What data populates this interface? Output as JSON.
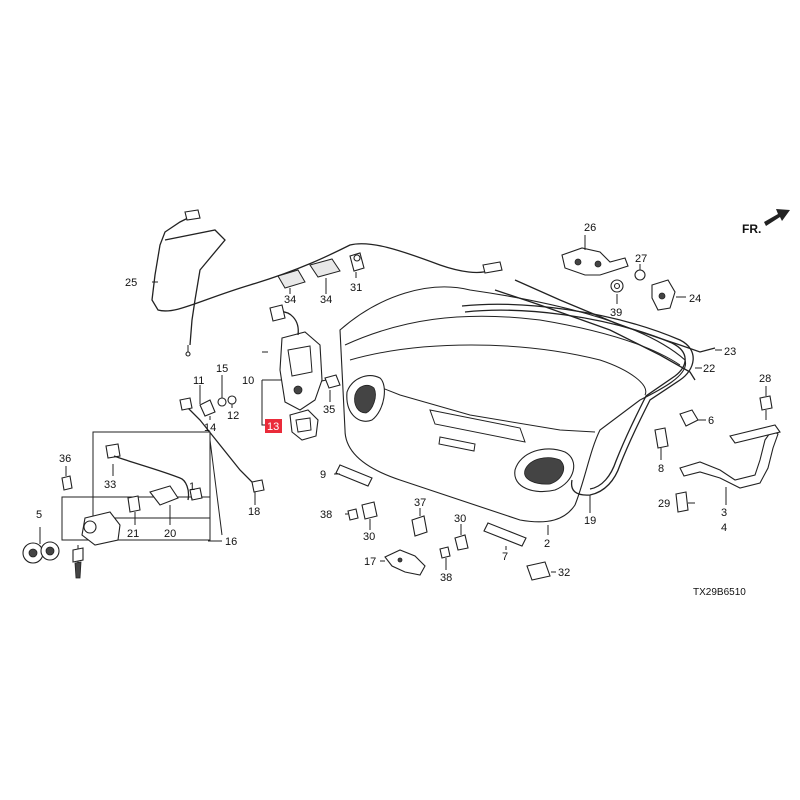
{
  "diagram": {
    "direction_label": "FR.",
    "reference_code": "TX29B6510",
    "highlighted_callout": "13",
    "callouts": {
      "c1": "1",
      "c2": "2",
      "c3": "3",
      "c4": "4",
      "c5": "5",
      "c6": "6",
      "c7": "7",
      "c8": "8",
      "c9": "9",
      "c10": "10",
      "c11": "11",
      "c12": "12",
      "c13": "13",
      "c14": "14",
      "c15": "15",
      "c16": "16",
      "c17": "17",
      "c18": "18",
      "c19": "19",
      "c20": "20",
      "c21": "21",
      "c22": "22",
      "c23": "23",
      "c24": "24",
      "c25": "25",
      "c26": "26",
      "c27": "27",
      "c28": "28",
      "c29": "29",
      "c30a": "30",
      "c30b": "30",
      "c31": "31",
      "c32": "32",
      "c33": "33",
      "c34a": "34",
      "c34b": "34",
      "c35": "35",
      "c36": "36",
      "c37": "37",
      "c38a": "38",
      "c38b": "38",
      "c39": "39"
    },
    "colors": {
      "highlight": "#ea2b3a",
      "line": "#222222",
      "background": "#ffffff"
    }
  }
}
